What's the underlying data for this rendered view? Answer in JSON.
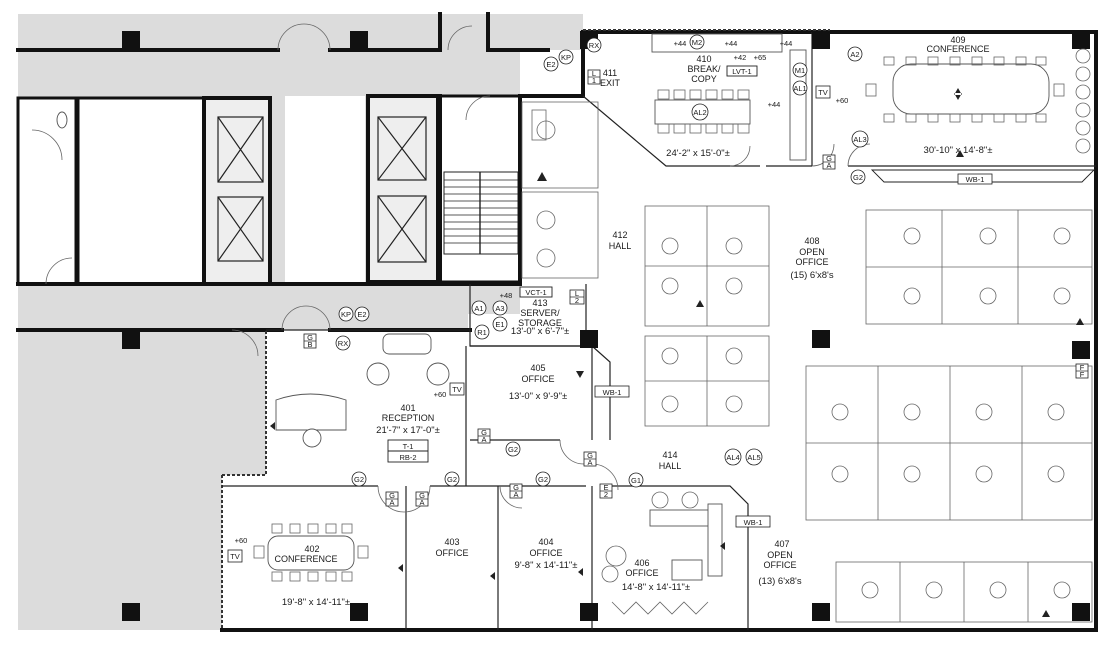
{
  "colors": {
    "core": "#dcdcdc",
    "wall": "#111111",
    "ink": "#1a1a1a"
  },
  "rooms": {
    "r401": {
      "num": "401",
      "name": "RECEPTION",
      "dim": "21'-7\" x 17'-0\"±",
      "finish1": "T-1",
      "finish2": "RB-2"
    },
    "r402": {
      "num": "402",
      "name": "CONFERENCE",
      "dim": "19'-8\" x 14'-11\"±"
    },
    "r403": {
      "num": "403",
      "name": "OFFICE"
    },
    "r404": {
      "num": "404",
      "name": "OFFICE",
      "dim": "9'-8\" x 14'-11\"±"
    },
    "r405": {
      "num": "405",
      "name": "OFFICE",
      "dim": "13'-0\" x 9'-9\"±"
    },
    "r406": {
      "num": "406",
      "name": "OFFICE",
      "dim": "14'-8\" x 14'-11\"±"
    },
    "r407": {
      "num": "407",
      "line1": "OPEN",
      "line2": "OFFICE",
      "note": "(13) 6'x8's"
    },
    "r408": {
      "num": "408",
      "line1": "OPEN",
      "line2": "OFFICE",
      "note": "(15) 6'x8's"
    },
    "r409": {
      "num": "409",
      "name": "CONFERENCE",
      "dim": "30'-10\" x 14'-8\"±"
    },
    "r410": {
      "num": "410",
      "line1": "BREAK/",
      "line2": "COPY",
      "finish": "LVT-1",
      "dim": "24'-2\" x 15'-0\"±"
    },
    "r411": {
      "num": "411",
      "name": "EXIT"
    },
    "r412": {
      "num": "412",
      "name": "HALL"
    },
    "r413": {
      "num": "413",
      "line1": "SERVER/",
      "line2": "STORAGE",
      "dim": "13'-0\" x 6'-7\"±",
      "finish": "VCT-1"
    },
    "r414": {
      "num": "414",
      "name": "HALL"
    }
  },
  "labels": {
    "wb1": "WB-1",
    "tv": "TV",
    "tag_e2": "E2",
    "tag_kp": "KP",
    "tag_rx": "RX",
    "tag_a1": "A1",
    "tag_a2": "A2",
    "tag_a3": "A3",
    "tag_e1": "E1",
    "tag_r1": "R1",
    "tag_al1": "AL1",
    "tag_al2": "AL2",
    "tag_al3": "AL3",
    "tag_al4": "AL4",
    "tag_al5": "AL5",
    "tag_m1": "M1",
    "tag_m2": "M2",
    "tag_g1": "G1",
    "tag_g2": "G2",
    "h44": "+44",
    "h42": "+42",
    "h65": "+65",
    "h48": "+48",
    "h60": "+60",
    "doorG": "G",
    "doorA": "A",
    "doorE": "E",
    "door2": "2",
    "doorL": "L",
    "door1": "1",
    "doorB": "B",
    "doorF": "F"
  }
}
